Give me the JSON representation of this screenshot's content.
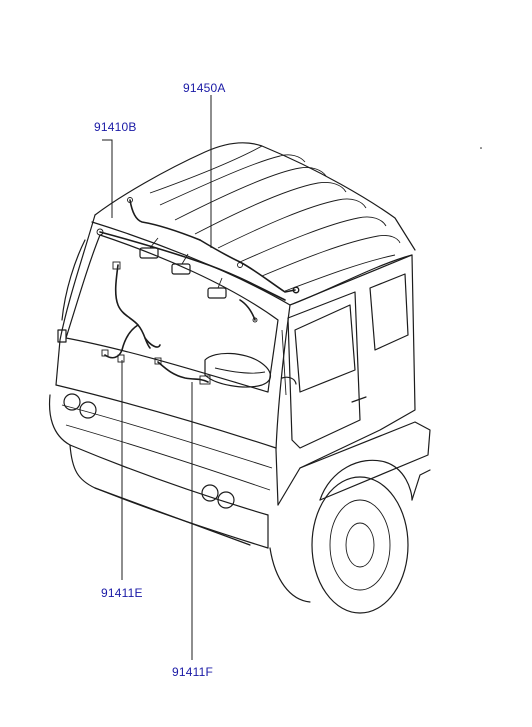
{
  "diagram": {
    "callouts": [
      {
        "id": "91450a",
        "text": "91450A"
      },
      {
        "id": "91410b",
        "text": "91410B"
      },
      {
        "id": "91411e",
        "text": "91411E"
      },
      {
        "id": "91411f",
        "text": "91411F"
      }
    ]
  },
  "colors": {
    "line": "#1c1c1c",
    "label": "#1a1aa6",
    "background": "#ffffff"
  }
}
